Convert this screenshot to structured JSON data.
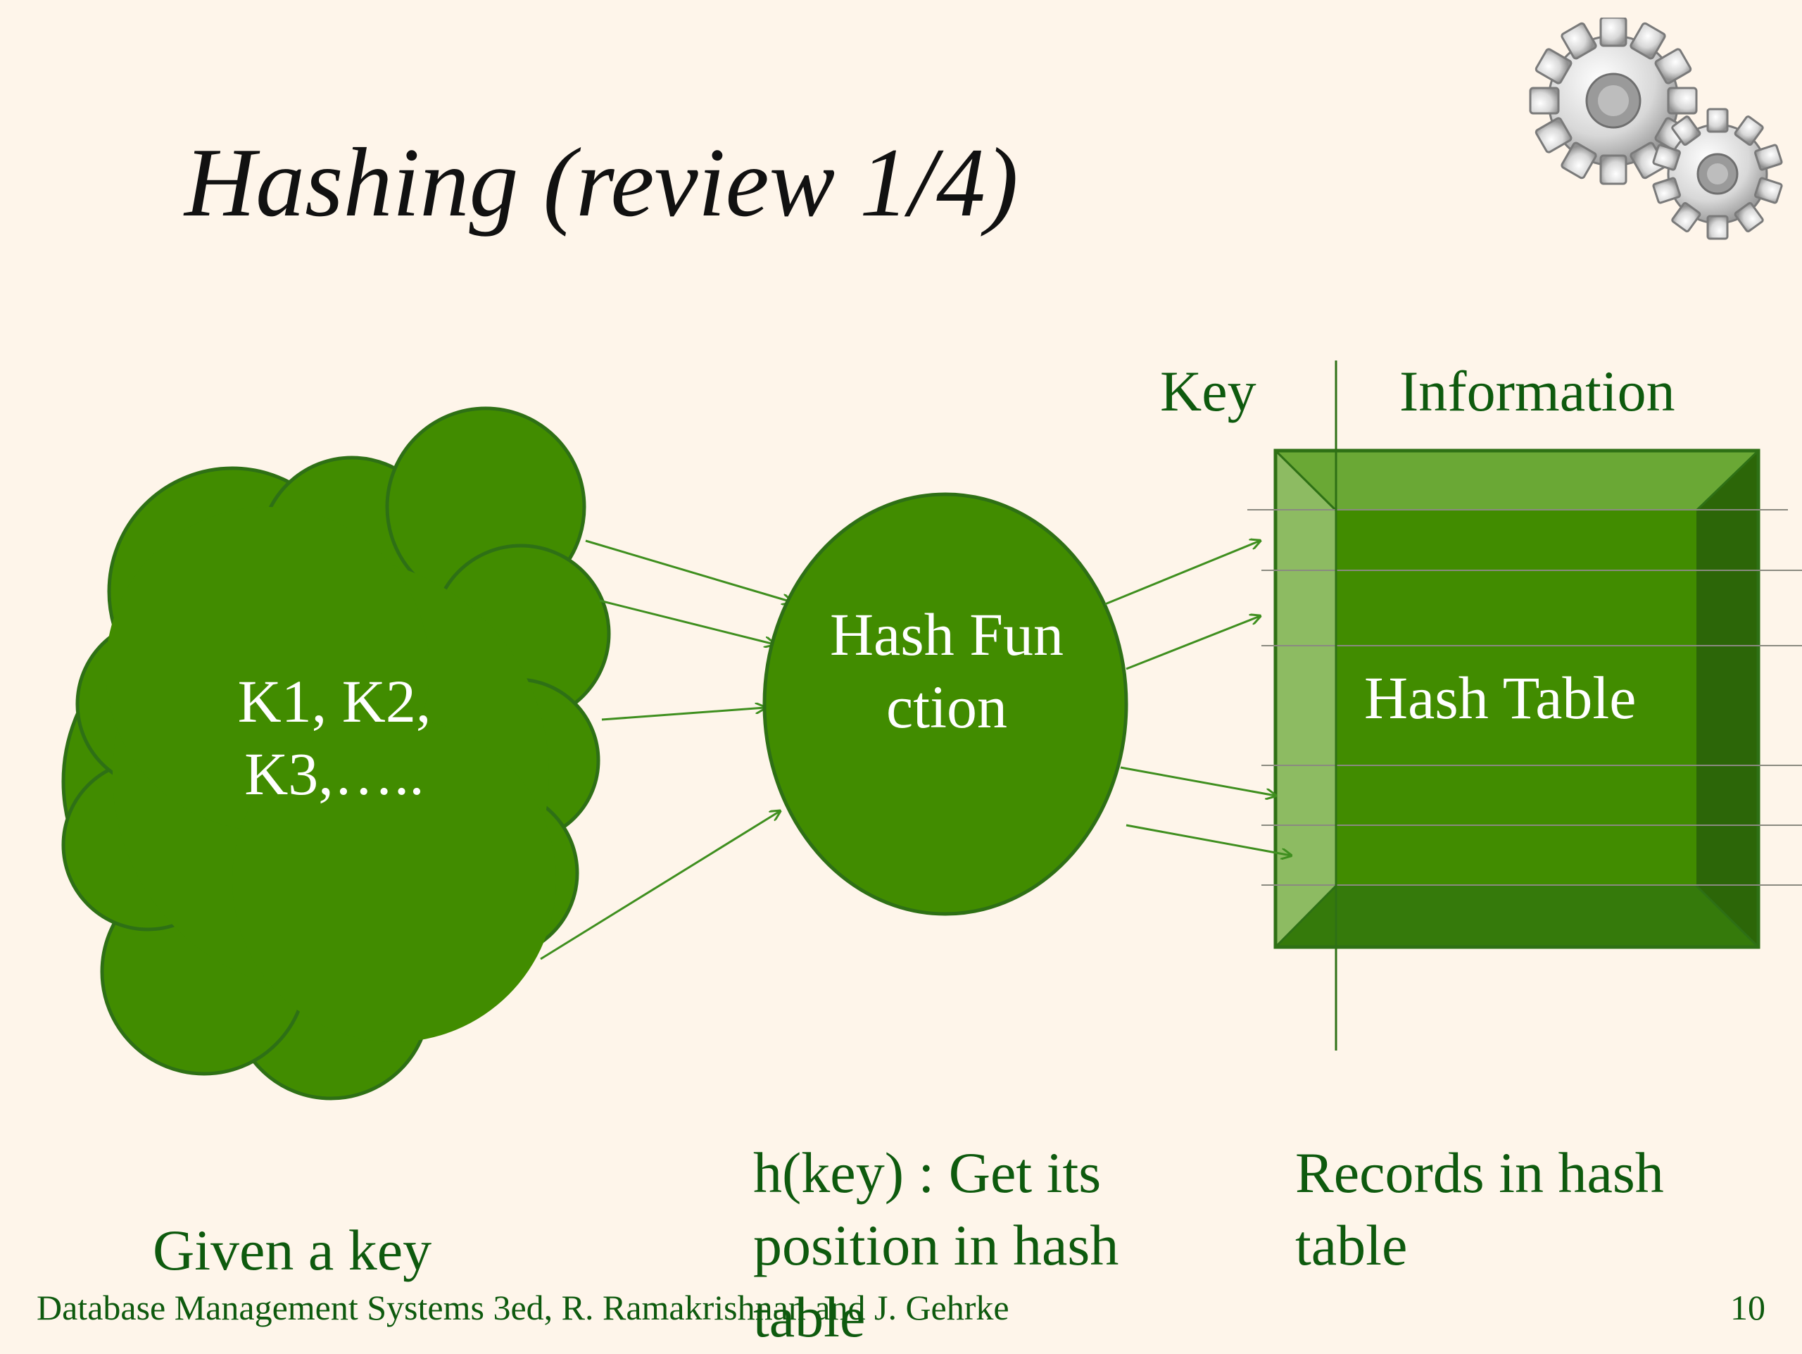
{
  "slide": {
    "title": "Hashing (review 1/4)",
    "page_number": "10",
    "footer": "Database Management Systems 3ed, R. Ramakrishnan and J. Gehrke"
  },
  "diagram": {
    "keys_cloud": "K1, K2, K3,…..",
    "hash_function": "Hash Function",
    "hash_table": "Hash Table",
    "column_key": "Key",
    "column_information": "Information"
  },
  "captions": {
    "given_key": "Given a key",
    "hkey": "h(key) : Get its position in hash table",
    "records": "Records in hash table"
  },
  "colors": {
    "background": "#FEF5EA",
    "shape_fill": "#418C00",
    "shape_stroke": "#2E7015",
    "text_green": "#0E5A0E"
  },
  "icons": [
    "gears-icon"
  ]
}
